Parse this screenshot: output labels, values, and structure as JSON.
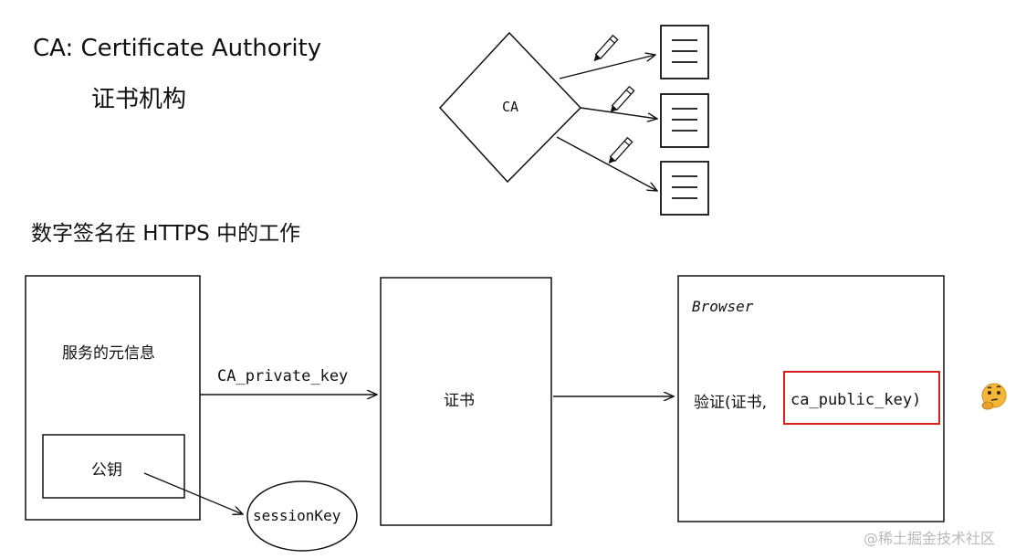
{
  "titles": {
    "ca_full": "CA: Certificate Authority",
    "ca_cn": "证书机构",
    "signature_in_https": "数字签名在 HTTPS 中的工作"
  },
  "top_diagram": {
    "ca_label": "CA"
  },
  "bottom_diagram": {
    "server_meta": "服务的元信息",
    "public_key": "公钥",
    "arrow_private_key": "CA_private_key",
    "certificate": "证书",
    "browser": "Browser",
    "verify_prefix": "验证(证书,",
    "verify_key": "ca_public_key)",
    "session_key": "sessionKey"
  },
  "watermark": "@稀土掘金技术社区",
  "colors": {
    "highlight_box": "#d62020",
    "emoji_face": "#f5b73b"
  },
  "icons": [
    "pencil-icon",
    "document-icon",
    "thinking-face-icon"
  ]
}
